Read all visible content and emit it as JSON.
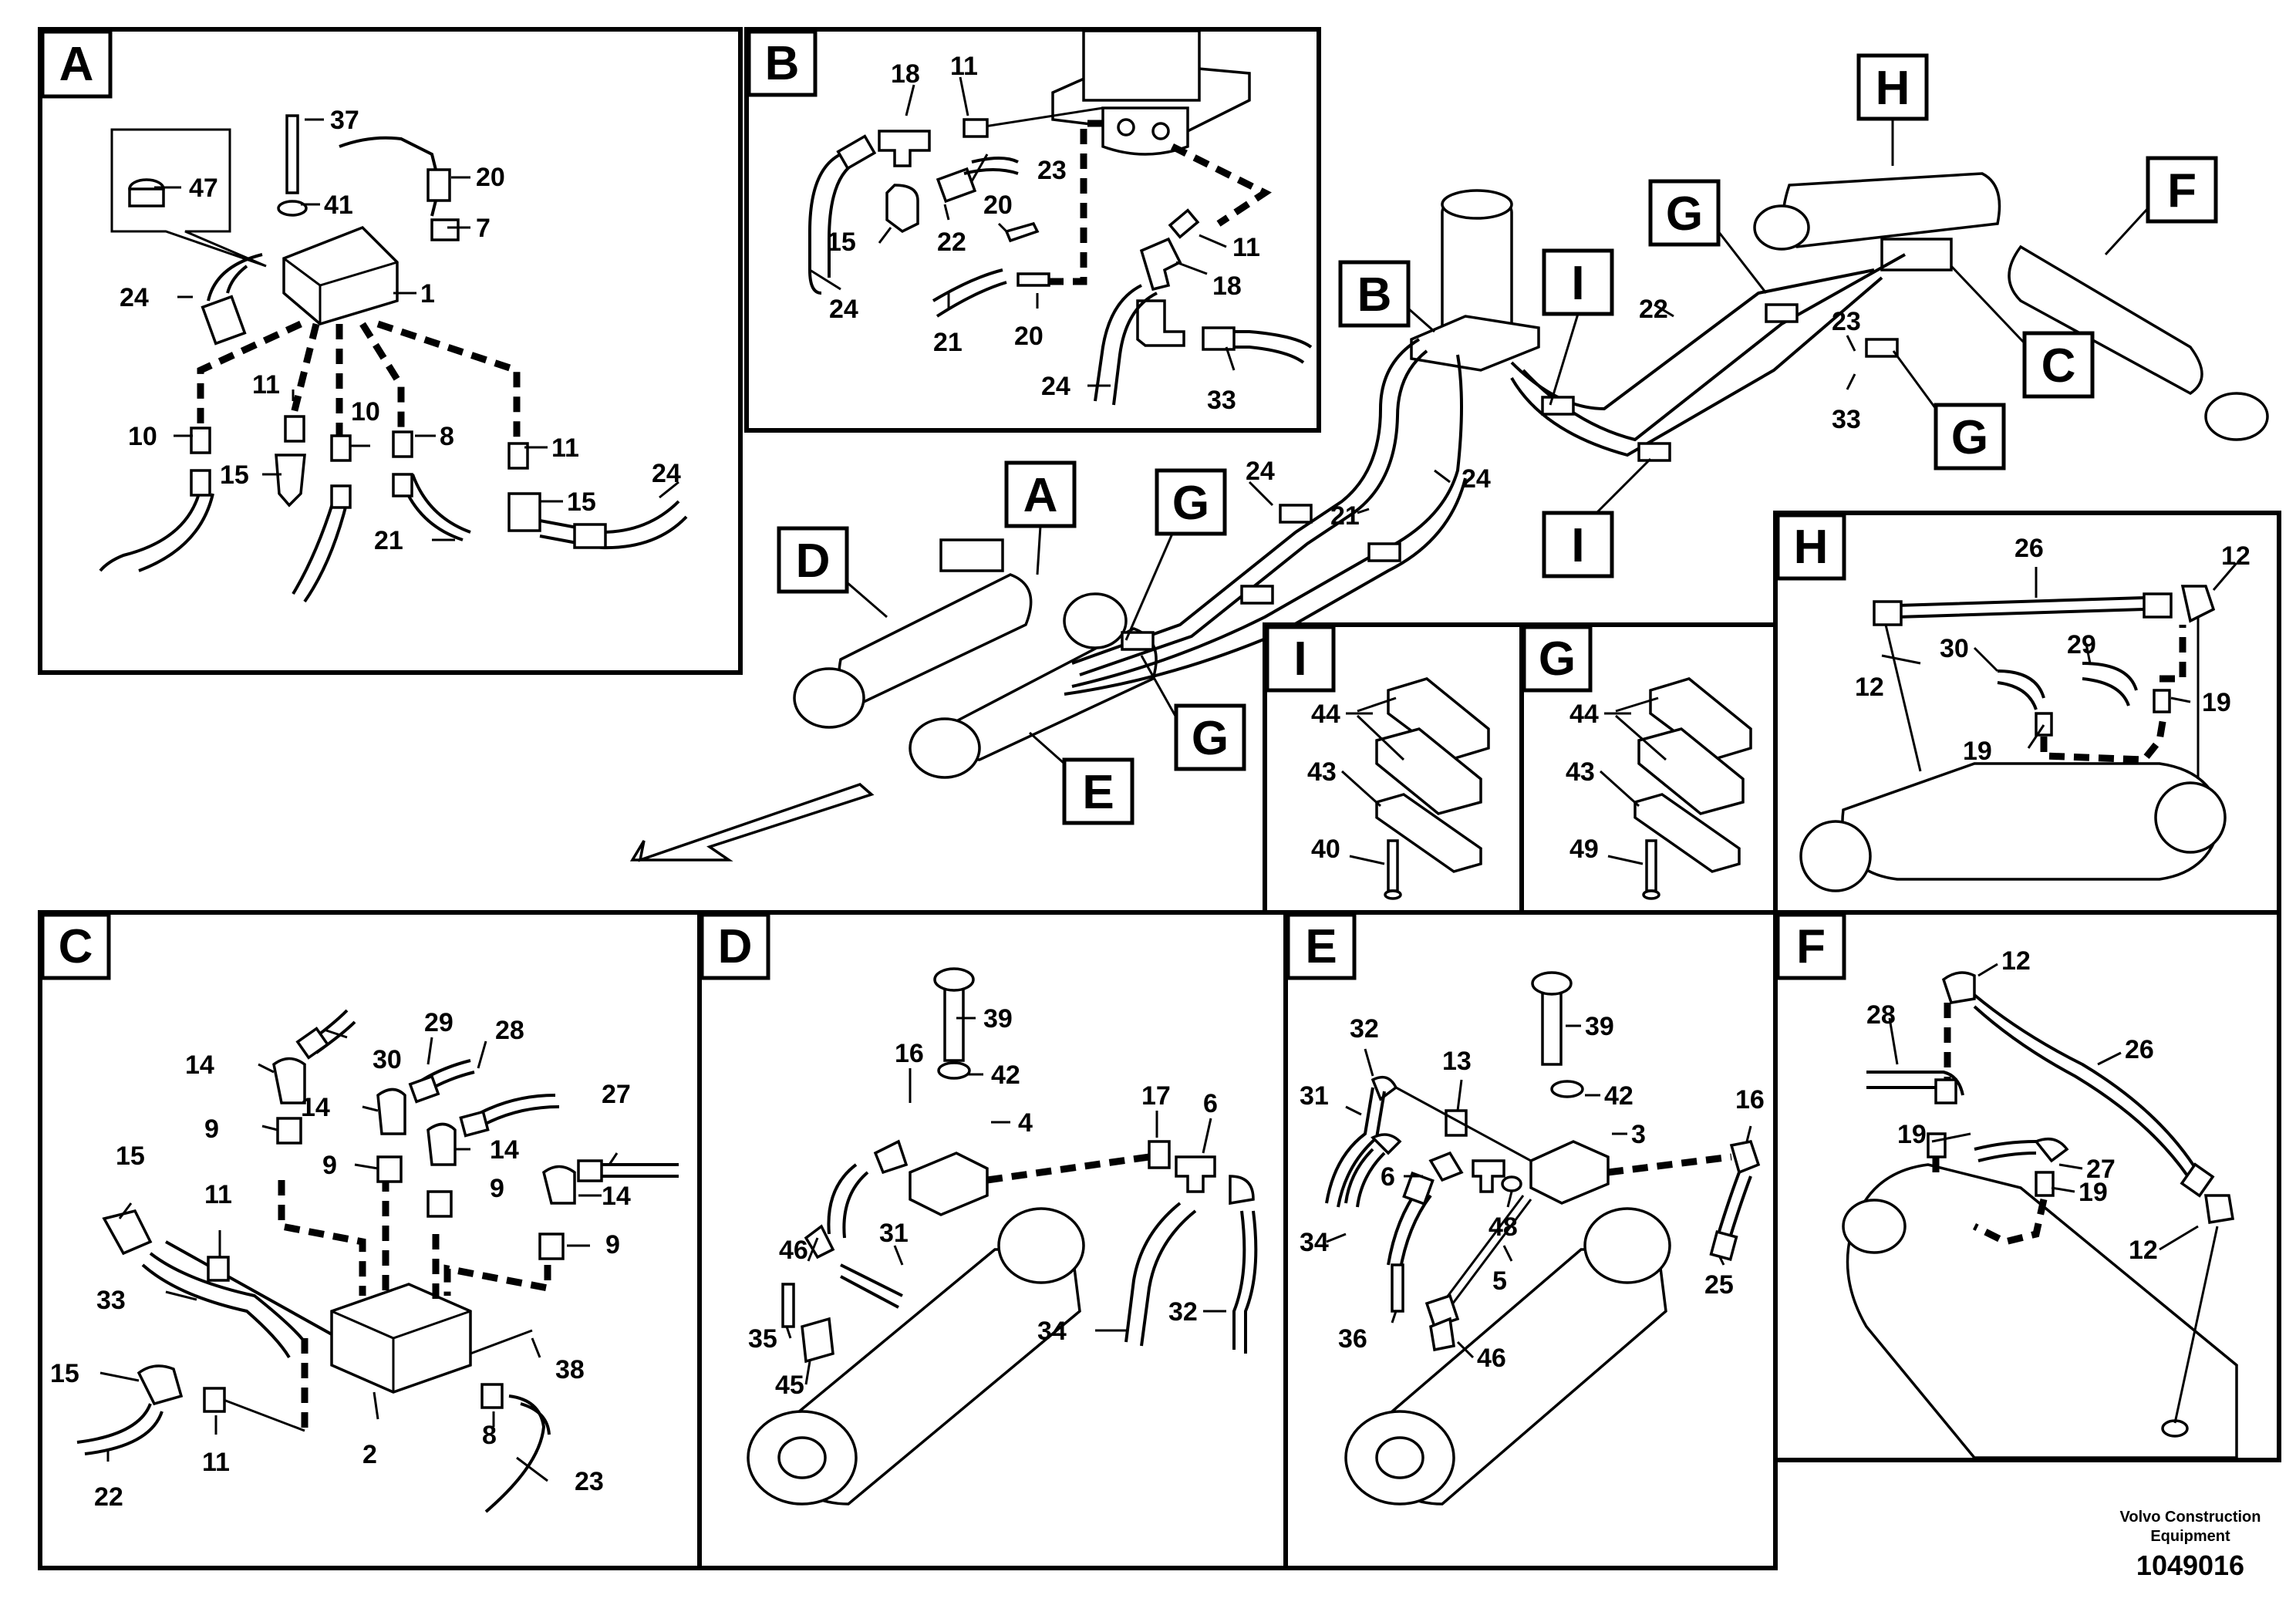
{
  "footer": {
    "brand_line1": "Volvo Construction",
    "brand_line2": "Equipment",
    "doc_number": "1049016"
  },
  "panels": {
    "A": {
      "letter": "A",
      "labels": [
        "47",
        "37",
        "20",
        "41",
        "7",
        "24",
        "1",
        "11",
        "10",
        "10",
        "8",
        "11",
        "15",
        "15",
        "24",
        "21"
      ]
    },
    "B": {
      "letter": "B",
      "labels": [
        "18",
        "11",
        "23",
        "15",
        "22",
        "20",
        "11",
        "18",
        "24",
        "21",
        "20",
        "24",
        "33"
      ]
    },
    "H": {
      "letter": "H",
      "labels": [
        "26",
        "12",
        "12",
        "30",
        "29",
        "19",
        "19"
      ]
    },
    "I": {
      "letter": "I",
      "labels": [
        "44",
        "43",
        "40"
      ]
    },
    "G": {
      "letter": "G",
      "labels": [
        "44",
        "43",
        "49"
      ]
    },
    "C": {
      "letter": "C",
      "labels": [
        "30",
        "29",
        "28",
        "14",
        "14",
        "9",
        "9",
        "27",
        "14",
        "15",
        "11",
        "9",
        "14",
        "33",
        "9",
        "38",
        "15",
        "2",
        "8",
        "11",
        "22",
        "23"
      ]
    },
    "D": {
      "letter": "D",
      "labels": [
        "39",
        "16",
        "42",
        "17",
        "4",
        "6",
        "31",
        "46",
        "35",
        "45",
        "34",
        "32"
      ]
    },
    "E": {
      "letter": "E",
      "labels": [
        "32",
        "39",
        "13",
        "31",
        "42",
        "16",
        "3",
        "6",
        "48",
        "34",
        "5",
        "25",
        "36",
        "46"
      ]
    },
    "F": {
      "letter": "F",
      "labels": [
        "12",
        "28",
        "26",
        "19",
        "27",
        "19",
        "12"
      ]
    }
  },
  "overview": {
    "callouts": [
      "H",
      "G",
      "F",
      "B",
      "I",
      "C",
      "G",
      "I",
      "A",
      "G",
      "D",
      "G",
      "E"
    ],
    "labels": [
      "22",
      "23",
      "33",
      "24",
      "21",
      "24"
    ]
  }
}
